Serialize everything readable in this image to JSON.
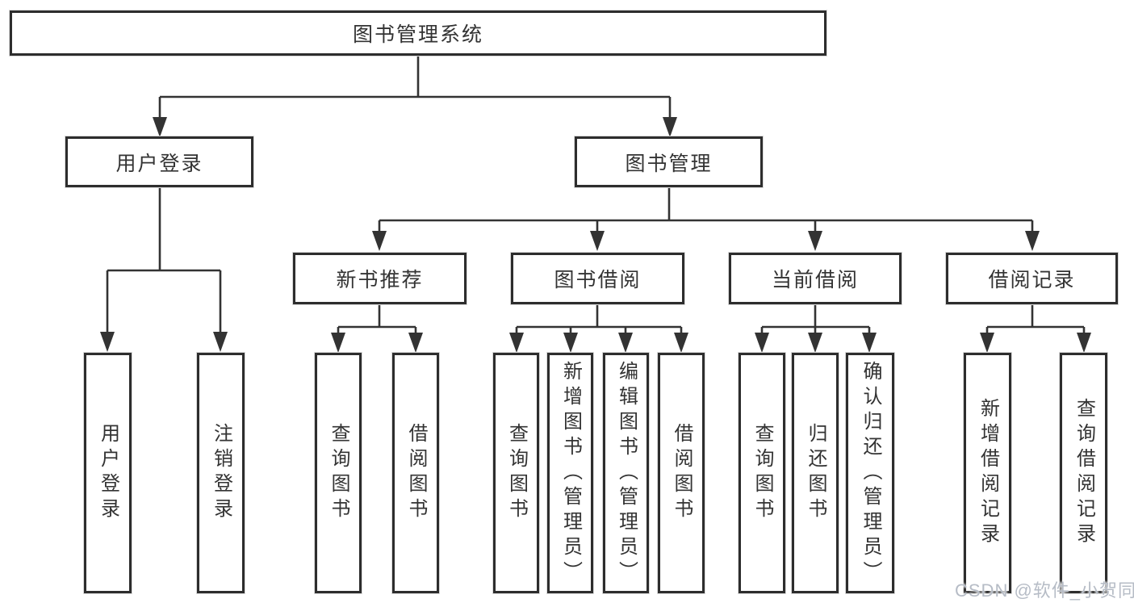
{
  "diagram": {
    "root": {
      "label": "图书管理系统",
      "children": [
        {
          "label": "用户登录",
          "children": [
            {
              "label": "用户登录"
            },
            {
              "label": "注销登录"
            }
          ]
        },
        {
          "label": "图书管理",
          "children": [
            {
              "label": "新书推荐",
              "children": [
                {
                  "label": "查询图书"
                },
                {
                  "label": "借阅图书"
                }
              ]
            },
            {
              "label": "图书借阅",
              "children": [
                {
                  "label": "查询图书"
                },
                {
                  "label": "新增图书（管理员）"
                },
                {
                  "label": "编辑图书（管理员）"
                },
                {
                  "label": "借阅图书"
                }
              ]
            },
            {
              "label": "当前借阅",
              "children": [
                {
                  "label": "查询图书"
                },
                {
                  "label": "归还图书"
                },
                {
                  "label": "确认归还（管理员）"
                }
              ]
            },
            {
              "label": "借阅记录",
              "children": [
                {
                  "label": "新增借阅记录"
                },
                {
                  "label": "查询借阅记录"
                }
              ]
            }
          ]
        }
      ]
    }
  },
  "watermark": {
    "text": "CSDN @软件_小贺同学"
  },
  "colors": {
    "line": "#333333",
    "border": "#2d2d2d",
    "text": "#333333",
    "watermark": "#b6bcc6"
  }
}
